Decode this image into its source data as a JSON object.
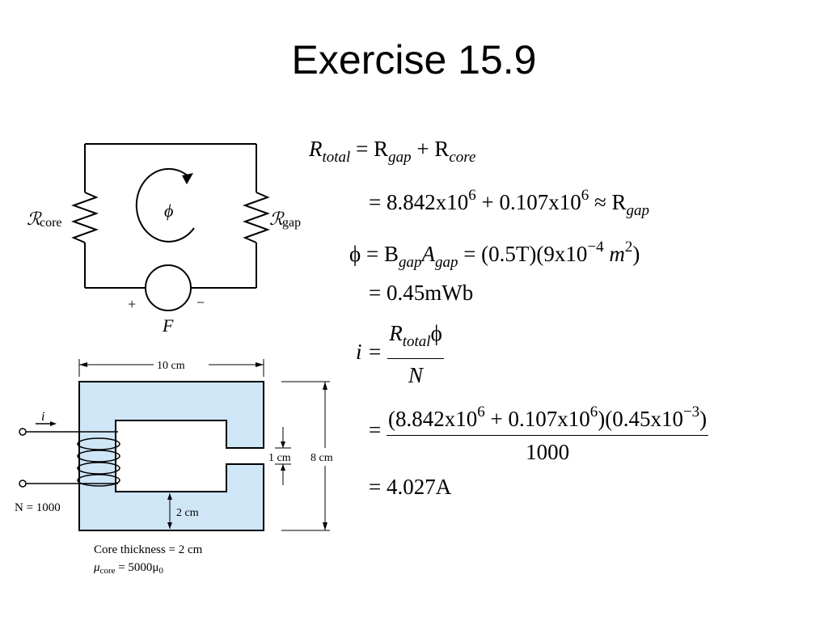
{
  "slide": {
    "title": "Exercise 15.9"
  },
  "circuit": {
    "label_core": "core",
    "label_gap": "gap",
    "flux_symbol": "ϕ",
    "plus": "+",
    "minus": "−",
    "mmf_symbol": "F"
  },
  "core_diagram": {
    "width_label": "10 cm",
    "height_label": "8 cm",
    "gap_label": "1 cm",
    "leg_label": "2 cm",
    "current_label": "i",
    "turns_label": "N = 1000",
    "thickness_note": "Core thickness = 2 cm",
    "mu_note_sym": "μ",
    "mu_note_sub": "core",
    "mu_note_rest": " = 5000μ",
    "mu_note_sub0": "0",
    "core_color": "#cfe6f7"
  },
  "equations": {
    "line1": {
      "lhs": "R",
      "lhs_sub": "total",
      "rhs": "= R",
      "rhs_sub1": "gap",
      "plus": " + R",
      "rhs_sub2": "core"
    },
    "line2": {
      "text_a": "= 8.842x10",
      "exp_a": "6",
      "text_b": " + 0.107x10",
      "exp_b": "6",
      "text_c": " ≈ R",
      "sub_c": "gap"
    },
    "line3": {
      "lhs": "ϕ = B",
      "sub1": "gap",
      "mid": "A",
      "sub2": "gap",
      "rhs": " = (0.5T)(9x10",
      "exp1": "−4",
      "unit": " m",
      "exp2": "2",
      "close": ")"
    },
    "line4": {
      "text": "= 0.45mWb"
    },
    "line5": {
      "lhs": "i =",
      "num": "R",
      "num_sub": "total",
      "num_phi": "ϕ",
      "den": "N"
    },
    "line6": {
      "eq": "=",
      "num_a": "(8.842x10",
      "exp_a": "6",
      "num_b": " + 0.107x10",
      "exp_b": "6",
      "num_c": ")(0.45x10",
      "exp_c": "−3",
      "num_d": ")",
      "den": "1000"
    },
    "line7": {
      "text": "= 4.027A"
    }
  }
}
